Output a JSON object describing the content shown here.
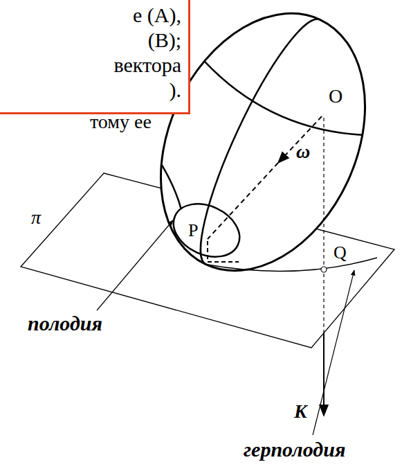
{
  "diagram": {
    "nodes": [
      {
        "text": [
          "е (А), (В); вектора )."
        ]
      }
    ],
    "labels": [
      "тому ее",
      "O",
      "ω",
      "π",
      "P",
      "Q",
      "K",
      "полодия",
      "герполодия"
    ]
  }
}
